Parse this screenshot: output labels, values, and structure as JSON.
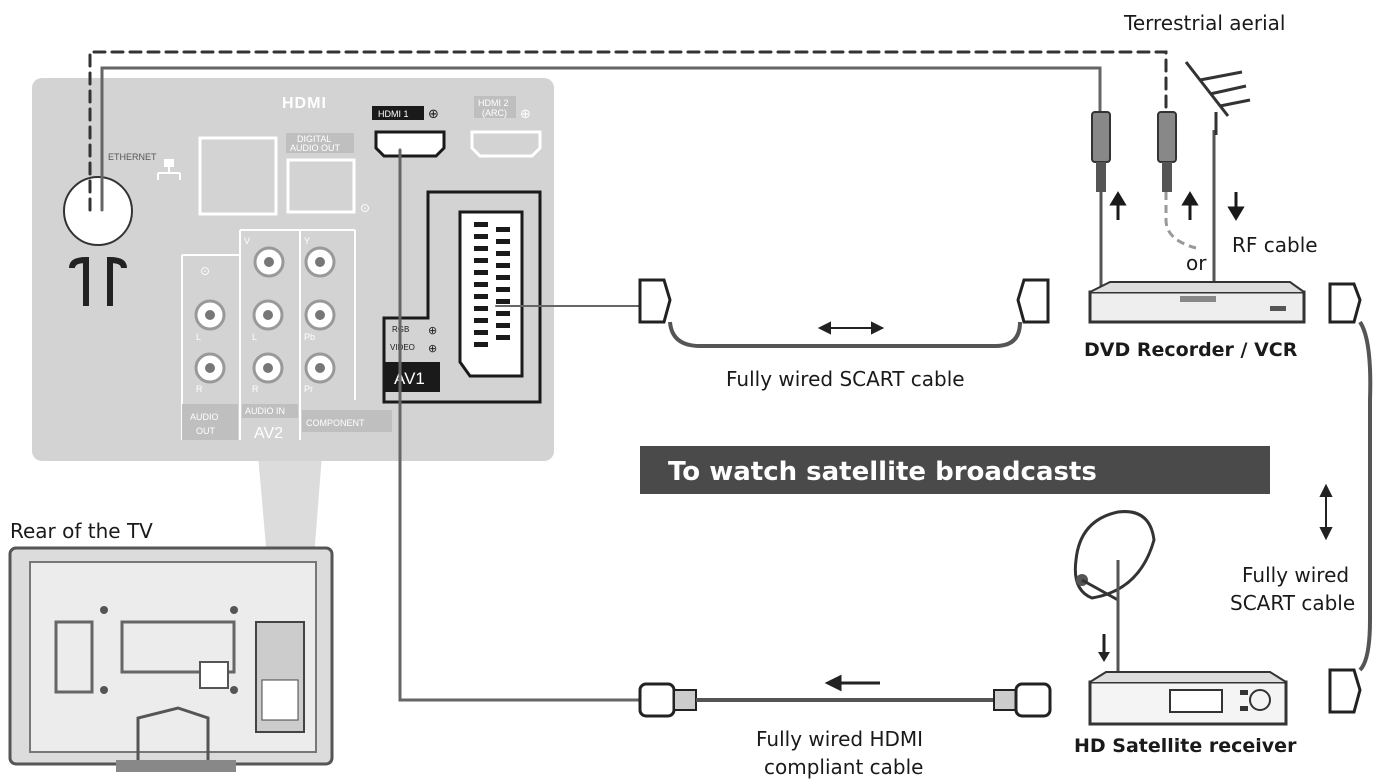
{
  "labels": {
    "terrestrial_aerial": "Terrestrial aerial",
    "rf_cable": "RF cable",
    "or": "or",
    "dvd_recorder": "DVD Recorder / VCR",
    "scart_cable_top": "Fully wired SCART cable",
    "satellite_banner": "To watch satellite broadcasts",
    "rear_of_tv": "Rear of the TV",
    "scart_cable_right_1": "Fully wired",
    "scart_cable_right_2": "SCART cable",
    "hdmi_cable_1": "Fully wired HDMI",
    "hdmi_cable_2": "compliant cable",
    "hd_satellite": "HD Satellite receiver"
  },
  "panel": {
    "hdmi_logo": "HDMI",
    "hdmi1": "HDMI 1",
    "hdmi2": "HDMI 2",
    "hdmi2_sub": "(ARC)",
    "ethernet": "ETHERNET",
    "digital_audio_out_1": "DIGITAL",
    "digital_audio_out_2": "AUDIO OUT",
    "av1": "AV1",
    "rgb": "RGB",
    "video": "VIDEO",
    "audio_out_1": "AUDIO",
    "audio_out_2": "OUT",
    "audio_in": "AUDIO IN",
    "av2": "AV2",
    "component": "COMPONENT",
    "v": "V",
    "y": "Y",
    "l": "L",
    "r": "R",
    "pb": "Pb",
    "pr": "Pr"
  },
  "colors": {
    "panel_fill": "#d3d3d3",
    "banner_fill": "#4a4a4a",
    "banner_text": "#ffffff",
    "cable": "#666666"
  }
}
